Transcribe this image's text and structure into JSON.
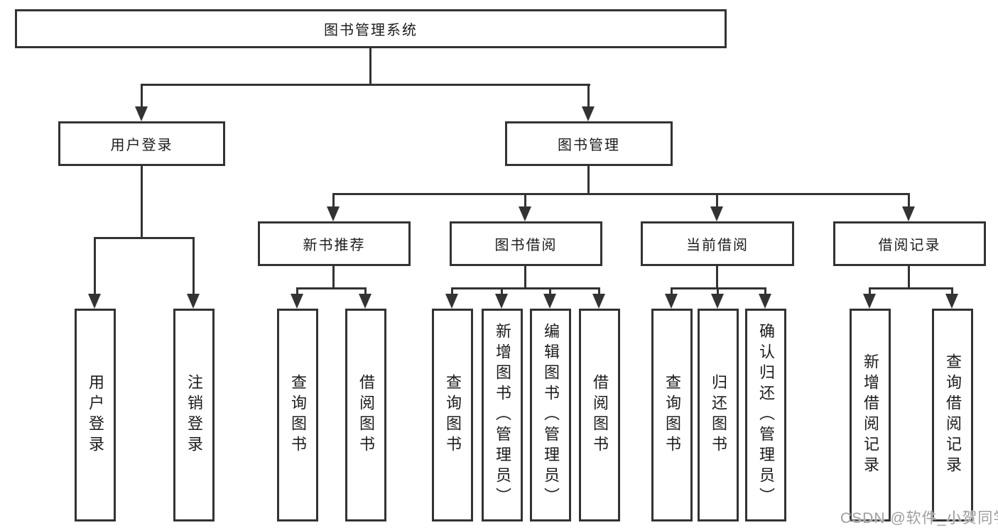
{
  "tree": {
    "root": {
      "label": "图书管理系统",
      "children": [
        {
          "label": "用户登录",
          "children": [
            {
              "label": "用户登录"
            },
            {
              "label": "注销登录"
            }
          ]
        },
        {
          "label": "图书管理",
          "children": [
            {
              "label": "新书推荐",
              "children": [
                {
                  "label": "查询图书"
                },
                {
                  "label": "借阅图书"
                }
              ]
            },
            {
              "label": "图书借阅",
              "children": [
                {
                  "label": "查询图书"
                },
                {
                  "label": "新增图书（管理员）"
                },
                {
                  "label": "编辑图书（管理员）"
                },
                {
                  "label": "借阅图书"
                }
              ]
            },
            {
              "label": "当前借阅",
              "children": [
                {
                  "label": "查询图书"
                },
                {
                  "label": "归还图书"
                },
                {
                  "label": "确认归还（管理员）"
                }
              ]
            },
            {
              "label": "借阅记录",
              "children": [
                {
                  "label": "新增借阅记录"
                },
                {
                  "label": "查询借阅记录"
                }
              ]
            }
          ]
        }
      ]
    }
  },
  "watermark": {
    "text": "CSDN @软件_小贺同学"
  },
  "colors": {
    "line": "#333333",
    "text": "#1c1c1c",
    "background": "#ffffff",
    "watermark": "#9e9e9e"
  }
}
